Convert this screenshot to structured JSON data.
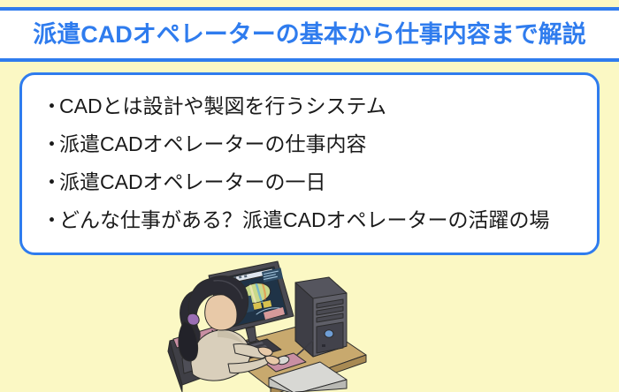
{
  "page": {
    "background_color": "#fbf8c4",
    "accent_color": "#2f7cee",
    "text_color": "#1a1a1a"
  },
  "header": {
    "title": "派遣CADオペレーターの基本から仕事内容まで解説"
  },
  "content_box": {
    "bullet_glyph": "・",
    "items": [
      {
        "label": "CADとは設計や製図を行うシステム"
      },
      {
        "label": "派遣CADオペレーターの仕事内容"
      },
      {
        "label": "派遣CADオペレーターの一日"
      },
      {
        "label": "どんな仕事がある？派遣CADオペレーターの活躍の場"
      }
    ]
  },
  "illustration": {
    "name": "cad-operator-at-desk-illustration",
    "description": "女性CADオペレーターがデスクでモニターとPCに向かって作業しているイラスト",
    "colors": {
      "hair": "#2b2b33",
      "hair_tie": "#9b6fb5",
      "skin": "#e8c9a8",
      "top": "#d9cfbb",
      "chair": "#3f3f46",
      "chair_trim": "#c98fa3",
      "desk": "#c8a96e",
      "monitor_frame": "#4a4a52",
      "screen": "#1f3347",
      "tower": "#55555e",
      "mousepad": "#c98fa3",
      "keyboard": "#3a3a42"
    }
  }
}
